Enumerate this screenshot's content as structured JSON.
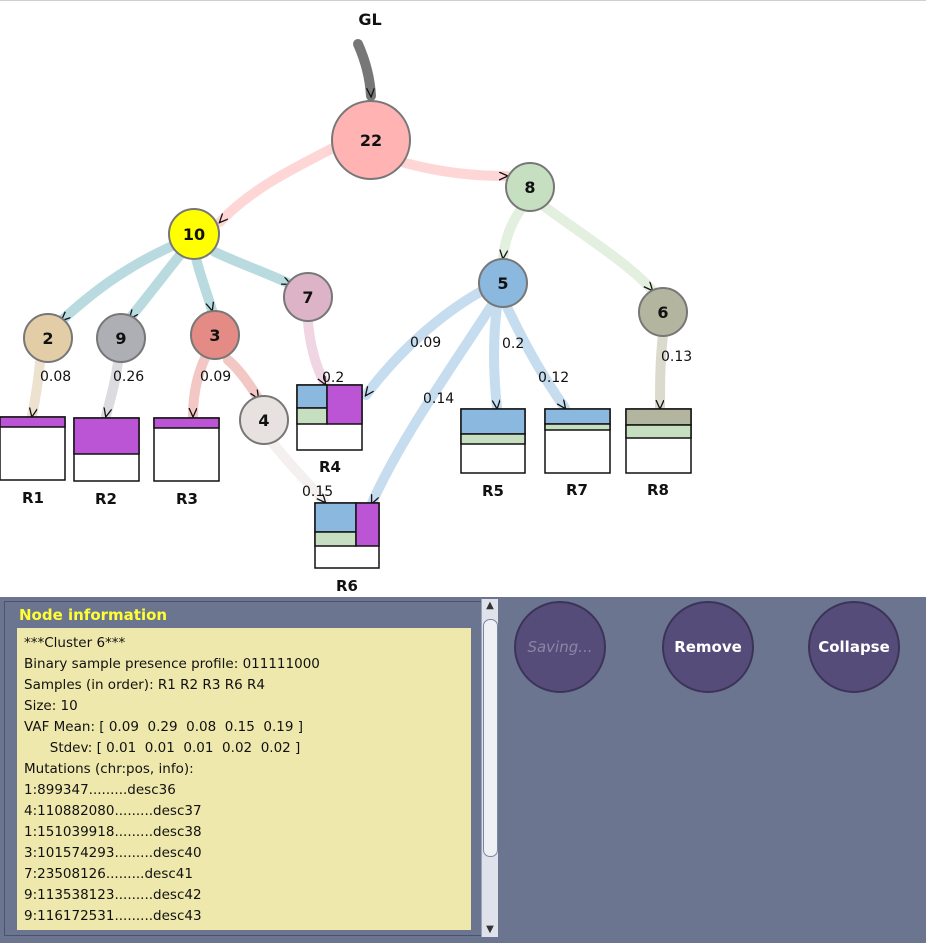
{
  "tree": {
    "root_label": "GL",
    "nodes": [
      {
        "id": "22",
        "label": "22",
        "color": "#ffb3b3"
      },
      {
        "id": "8",
        "label": "8",
        "color": "#c7dfc1"
      },
      {
        "id": "10",
        "label": "10",
        "color": "#ffff00"
      },
      {
        "id": "5",
        "label": "5",
        "color": "#8ab8de"
      },
      {
        "id": "7",
        "label": "7",
        "color": "#ddb3c8"
      },
      {
        "id": "6",
        "label": "6",
        "color": "#b4b59e"
      },
      {
        "id": "2",
        "label": "2",
        "color": "#e3cda6"
      },
      {
        "id": "9",
        "label": "9",
        "color": "#aeafb5"
      },
      {
        "id": "3",
        "label": "3",
        "color": "#e38b84"
      },
      {
        "id": "4",
        "label": "4",
        "color": "#e7e2e0"
      }
    ],
    "edge_labels": [
      "0.08",
      "0.26",
      "0.09",
      "0.2",
      "0.09",
      "0.2",
      "0.12",
      "0.13",
      "0.14",
      "0.15"
    ],
    "samples": [
      "R1",
      "R2",
      "R3",
      "R4",
      "R5",
      "R7",
      "R8",
      "R6"
    ]
  },
  "info_panel": {
    "title": "Node information",
    "lines": [
      "***Cluster 6***",
      "Binary sample presence profile: 011111000",
      "Samples (in order): R1 R2 R3 R6 R4",
      "Size: 10",
      "VAF Mean: [ 0.09  0.29  0.08  0.15  0.19 ]",
      "      Stdev: [ 0.01  0.01  0.01  0.02  0.02 ]",
      "Mutations (chr:pos, info):",
      "1:899347.........desc36",
      "4:110882080.........desc37",
      "1:151039918.........desc38",
      "3:101574293.........desc40",
      "7:23508126.........desc41",
      "9:113538123.........desc42",
      "9:116172531.........desc43"
    ]
  },
  "buttons": {
    "saving": "Saving...",
    "remove": "Remove",
    "collapse": "Collapse"
  },
  "colors": {
    "panel_bg": "#6b7590",
    "info_bg": "#efe8ac",
    "title": "#ffff33",
    "button": "#554c7a",
    "highlight_purple": "#bb55d6",
    "sample_blue": "#8ab8de",
    "sample_green": "#c7dfc1",
    "sample_gray": "#b4b59e"
  }
}
